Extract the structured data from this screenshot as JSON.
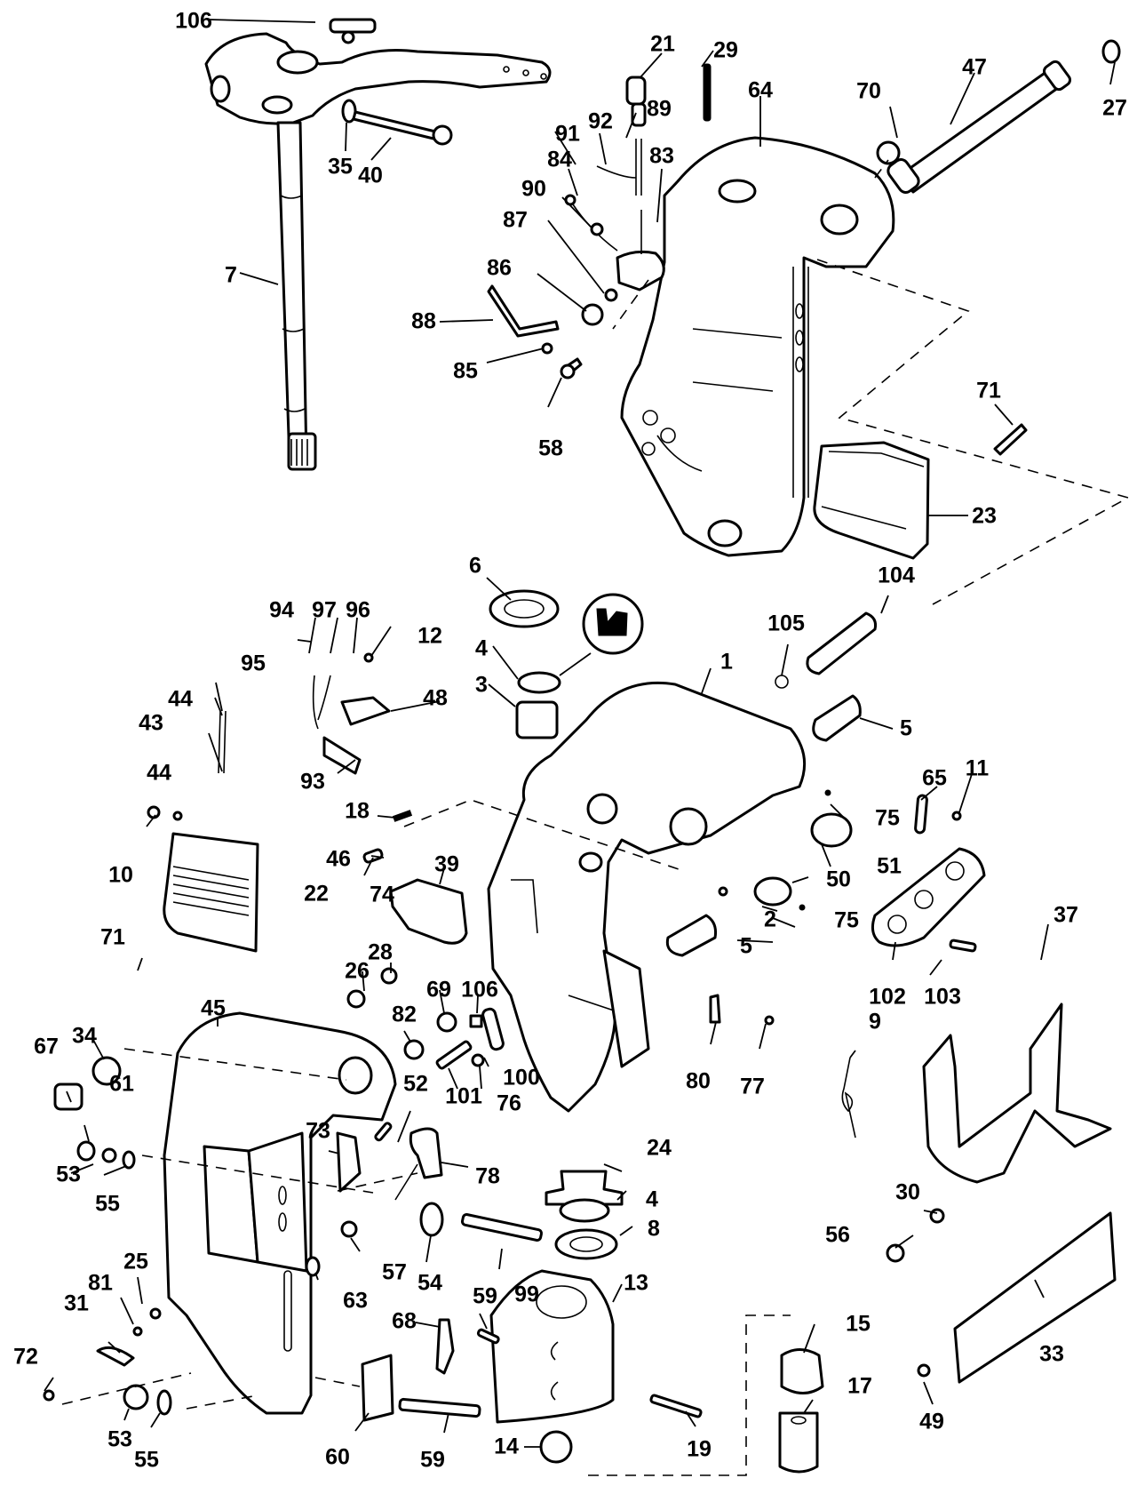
{
  "diagram": {
    "title": "Exploded parts diagram — outboard swivel bracket, stern bracket and steering assembly",
    "callouts": [
      {
        "id": "c106a",
        "label": "106"
      },
      {
        "id": "c21",
        "label": "21"
      },
      {
        "id": "c29",
        "label": "29"
      },
      {
        "id": "c47",
        "label": "47"
      },
      {
        "id": "c27",
        "label": "27"
      },
      {
        "id": "c64",
        "label": "64"
      },
      {
        "id": "c70",
        "label": "70"
      },
      {
        "id": "c92",
        "label": "92"
      },
      {
        "id": "c89",
        "label": "89"
      },
      {
        "id": "c91",
        "label": "91"
      },
      {
        "id": "c83",
        "label": "83"
      },
      {
        "id": "c84",
        "label": "84"
      },
      {
        "id": "c90",
        "label": "90"
      },
      {
        "id": "c87",
        "label": "87"
      },
      {
        "id": "c86",
        "label": "86"
      },
      {
        "id": "c88",
        "label": "88"
      },
      {
        "id": "c85",
        "label": "85"
      },
      {
        "id": "c58",
        "label": "58"
      },
      {
        "id": "c35",
        "label": "35"
      },
      {
        "id": "c40",
        "label": "40"
      },
      {
        "id": "c7",
        "label": "7"
      },
      {
        "id": "c71a",
        "label": "71"
      },
      {
        "id": "c23",
        "label": "23"
      },
      {
        "id": "c104",
        "label": "104"
      },
      {
        "id": "c105",
        "label": "105"
      },
      {
        "id": "c6",
        "label": "6"
      },
      {
        "id": "c94",
        "label": "94"
      },
      {
        "id": "c97",
        "label": "97"
      },
      {
        "id": "c96",
        "label": "96"
      },
      {
        "id": "c12",
        "label": "12"
      },
      {
        "id": "c95",
        "label": "95"
      },
      {
        "id": "c4a",
        "label": "4"
      },
      {
        "id": "c3",
        "label": "3"
      },
      {
        "id": "c48",
        "label": "48"
      },
      {
        "id": "c1",
        "label": "1"
      },
      {
        "id": "c5a",
        "label": "5"
      },
      {
        "id": "c44a",
        "label": "44"
      },
      {
        "id": "c43",
        "label": "43"
      },
      {
        "id": "c44b",
        "label": "44"
      },
      {
        "id": "c93",
        "label": "93"
      },
      {
        "id": "c65",
        "label": "65"
      },
      {
        "id": "c11",
        "label": "11"
      },
      {
        "id": "c18",
        "label": "18"
      },
      {
        "id": "c75a",
        "label": "75"
      },
      {
        "id": "c10",
        "label": "10"
      },
      {
        "id": "c46",
        "label": "46"
      },
      {
        "id": "c39",
        "label": "39"
      },
      {
        "id": "c51",
        "label": "51"
      },
      {
        "id": "c22",
        "label": "22"
      },
      {
        "id": "c74",
        "label": "74"
      },
      {
        "id": "c50",
        "label": "50"
      },
      {
        "id": "c2",
        "label": "2"
      },
      {
        "id": "c75b",
        "label": "75"
      },
      {
        "id": "c37",
        "label": "37"
      },
      {
        "id": "c5b",
        "label": "5"
      },
      {
        "id": "c71b",
        "label": "71"
      },
      {
        "id": "c28",
        "label": "28"
      },
      {
        "id": "c102",
        "label": "102"
      },
      {
        "id": "c103",
        "label": "103"
      },
      {
        "id": "c26",
        "label": "26"
      },
      {
        "id": "c45",
        "label": "45"
      },
      {
        "id": "c69",
        "label": "69"
      },
      {
        "id": "c106b",
        "label": "106"
      },
      {
        "id": "c34",
        "label": "34"
      },
      {
        "id": "c9",
        "label": "9"
      },
      {
        "id": "c67",
        "label": "67"
      },
      {
        "id": "c82",
        "label": "82"
      },
      {
        "id": "c80",
        "label": "80"
      },
      {
        "id": "c77",
        "label": "77"
      },
      {
        "id": "c100",
        "label": "100"
      },
      {
        "id": "c101",
        "label": "101"
      },
      {
        "id": "c76",
        "label": "76"
      },
      {
        "id": "c52",
        "label": "52"
      },
      {
        "id": "c61",
        "label": "61"
      },
      {
        "id": "c73",
        "label": "73"
      },
      {
        "id": "c24",
        "label": "24"
      },
      {
        "id": "c53a",
        "label": "53"
      },
      {
        "id": "c55a",
        "label": "55"
      },
      {
        "id": "c78",
        "label": "78"
      },
      {
        "id": "c4b",
        "label": "4"
      },
      {
        "id": "c8",
        "label": "8"
      },
      {
        "id": "c30",
        "label": "30"
      },
      {
        "id": "c56",
        "label": "56"
      },
      {
        "id": "c57",
        "label": "57"
      },
      {
        "id": "c54",
        "label": "54"
      },
      {
        "id": "c59a",
        "label": "59"
      },
      {
        "id": "c63",
        "label": "63"
      },
      {
        "id": "c25",
        "label": "25"
      },
      {
        "id": "c81",
        "label": "81"
      },
      {
        "id": "c99",
        "label": "99"
      },
      {
        "id": "c13",
        "label": "13"
      },
      {
        "id": "c68",
        "label": "68"
      },
      {
        "id": "c31",
        "label": "31"
      },
      {
        "id": "c15",
        "label": "15"
      },
      {
        "id": "c72",
        "label": "72"
      },
      {
        "id": "c33",
        "label": "33"
      },
      {
        "id": "c17",
        "label": "17"
      },
      {
        "id": "c49",
        "label": "49"
      },
      {
        "id": "c53b",
        "label": "53"
      },
      {
        "id": "c55b",
        "label": "55"
      },
      {
        "id": "c60",
        "label": "60"
      },
      {
        "id": "c59b",
        "label": "59"
      },
      {
        "id": "c14",
        "label": "14"
      },
      {
        "id": "c19",
        "label": "19"
      }
    ],
    "inset_icon": "seal-lip-profile-icon"
  }
}
